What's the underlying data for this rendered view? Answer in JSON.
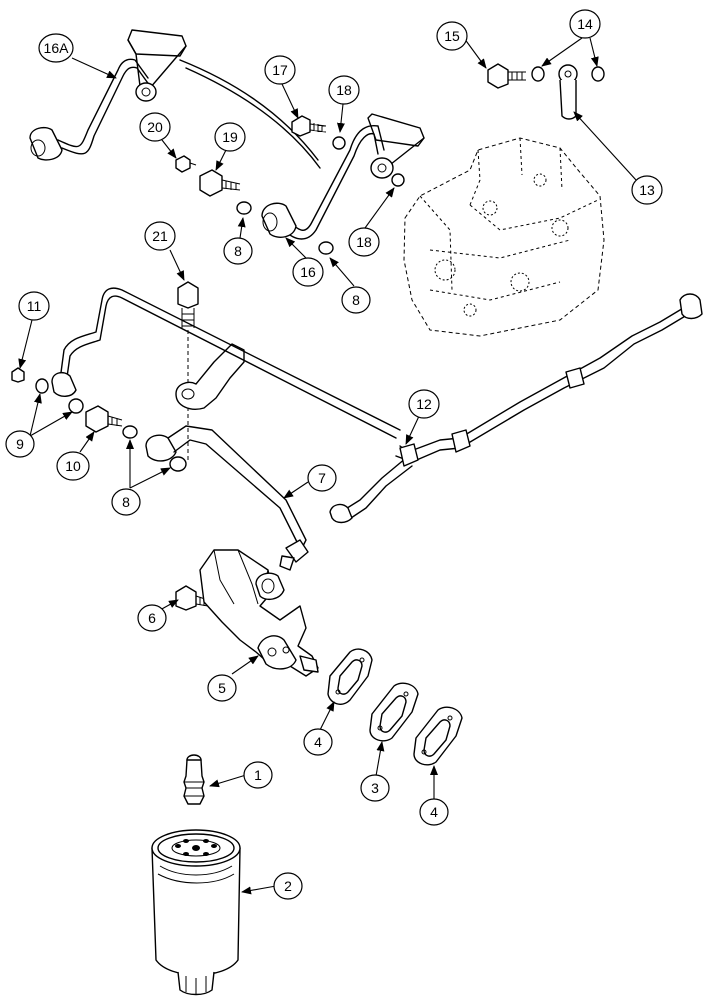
{
  "callouts": {
    "c16A": "16A",
    "c17": "17",
    "c18a": "18",
    "c18b": "18",
    "c20": "20",
    "c19": "19",
    "c8a": "8",
    "c16": "16",
    "c8b": "8",
    "c21": "21",
    "c15": "15",
    "c14": "14",
    "c13": "13",
    "c11": "11",
    "c9": "9",
    "c10": "10",
    "c8c": "8",
    "c7": "7",
    "c12": "12",
    "c6": "6",
    "c5": "5",
    "c4a": "4",
    "c3": "3",
    "c4b": "4",
    "c1": "1",
    "c2": "2"
  },
  "colors": {
    "line": "#000000",
    "background": "#ffffff"
  }
}
